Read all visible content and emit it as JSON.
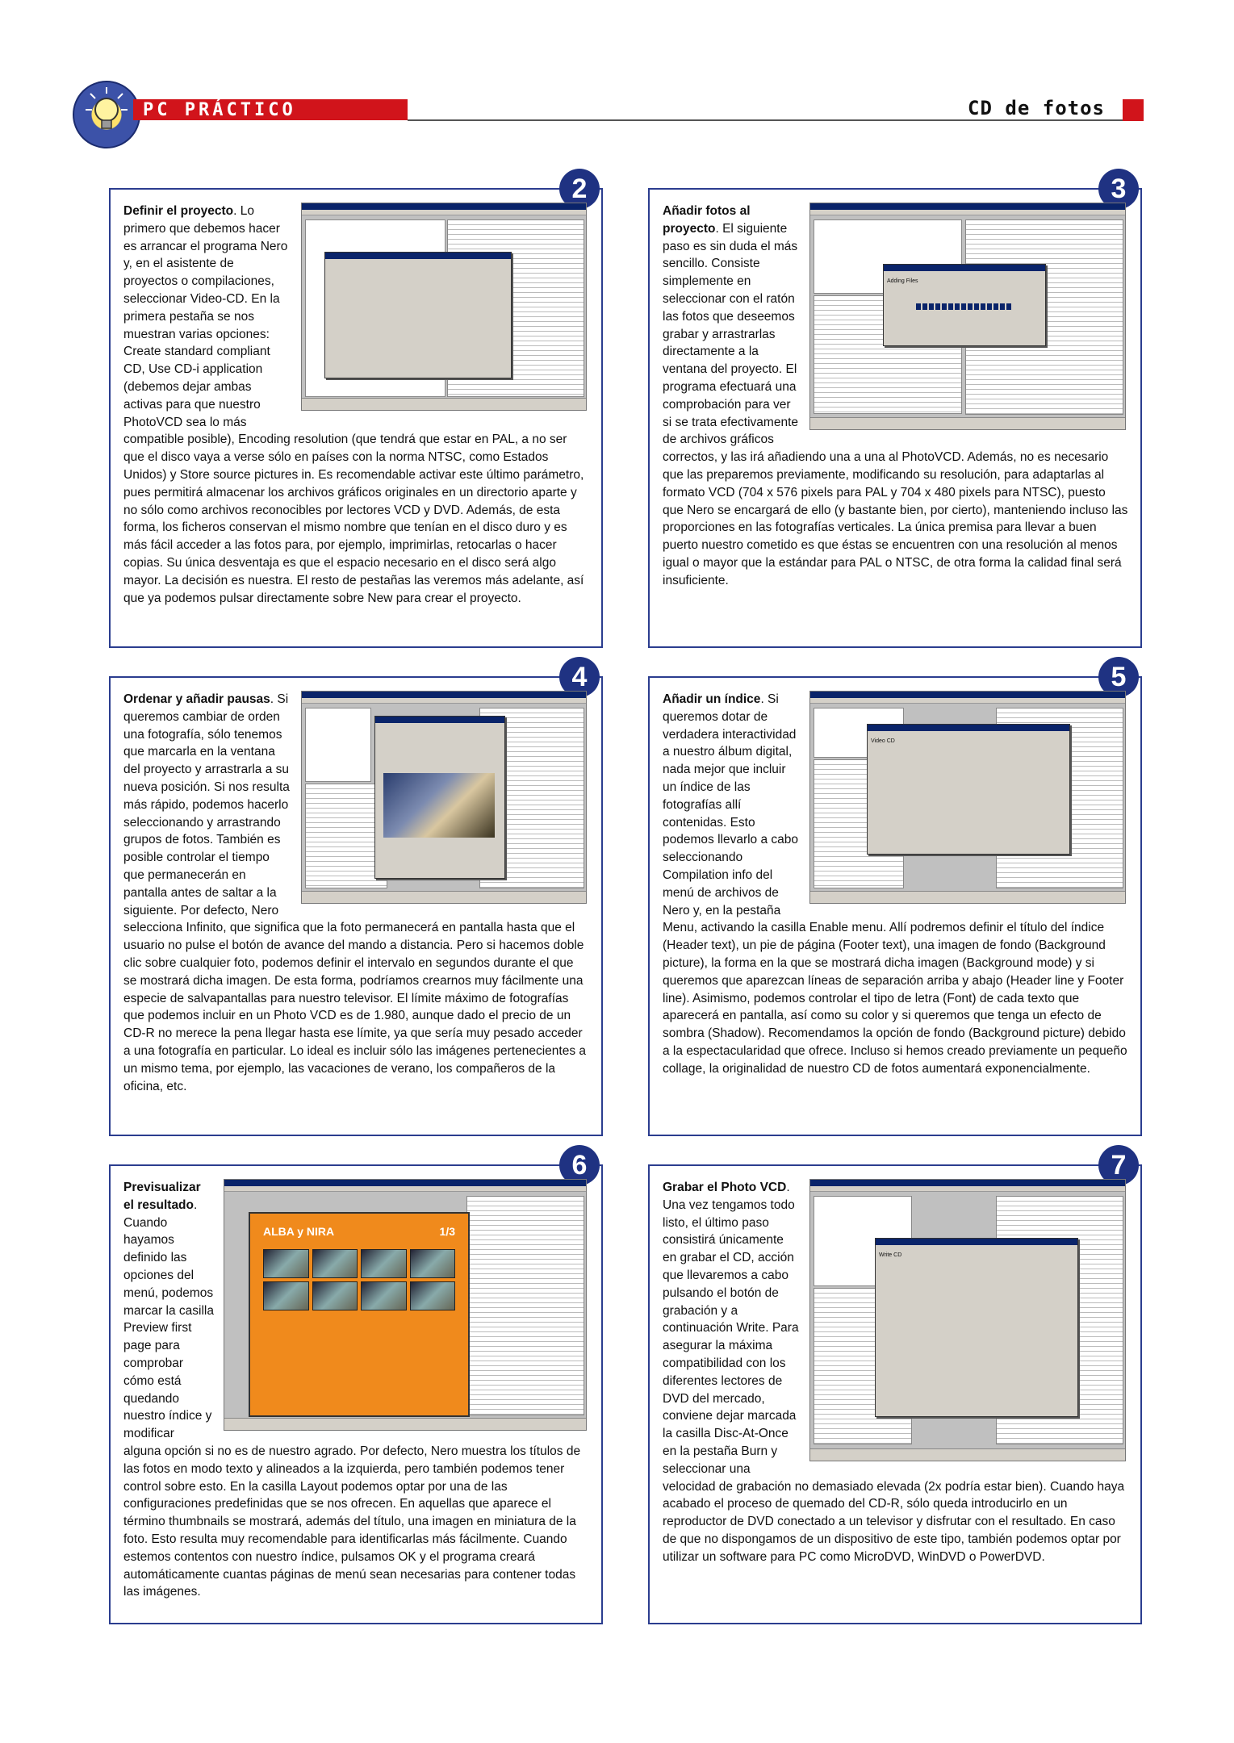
{
  "header": {
    "section_label": "PC PRÁCTICO",
    "title": "CD de fotos"
  },
  "panels": [
    {
      "number": "2",
      "lead": "Definir el proyecto",
      "text": ". Lo primero que debemos hacer es arrancar el programa Nero y, en el asistente de proyectos o compilaciones, seleccionar Video-CD. En la primera pestaña se nos muestran varias opciones: Create standard compliant CD, Use CD-i application (debemos dejar ambas activas para que nuestro PhotoVCD sea lo más compatible posible), Encoding resolution (que tendrá que estar en PAL, a no ser que el disco vaya a verse sólo en países con la norma NTSC, como Estados Unidos) y Store source pictures in. Es recomendable activar este último parámetro, pues permitirá almacenar los archivos gráficos originales en un directorio aparte y no sólo como archivos reconocibles por lectores VCD y DVD. Además, de esta forma, los ficheros conservan el mismo nombre que tenían en el disco duro y es más fácil acceder a las fotos para, por ejemplo, imprimirlas, retocarlas o hacer copias. Su única desventaja es que el espacio necesario en el disco será algo mayor. La decisión es nuestra. El resto de pestañas las veremos más adelante, así que ya podemos pulsar directamente sobre New para crear el proyecto."
    },
    {
      "number": "3",
      "lead": "Añadir fotos al proyecto",
      "text": ". El siguiente paso es sin duda el más sencillo. Consiste simplemente en seleccionar con el ratón las fotos que deseemos grabar y arrastrarlas directamente a la ventana del proyecto. El programa efectuará una comprobación para ver si se trata efectivamente de archivos gráficos correctos, y las irá añadiendo una a una al PhotoVCD. Además, no es necesario que las preparemos previamente, modificando su resolución, para adaptarlas al formato VCD (704 x 576 pixels para PAL y 704 x 480 pixels para NTSC), puesto que Nero se encargará de ello (y bastante bien, por cierto), manteniendo incluso las proporciones en las fotografías verticales. La única premisa para llevar a buen puerto nuestro cometido es que éstas se encuentren con una resolución al menos igual o mayor que la estándar para PAL o NTSC, de otra forma la calidad final será insuficiente."
    },
    {
      "number": "4",
      "lead": "Ordenar y añadir pausas",
      "text": ". Si queremos cambiar de orden una fotografía, sólo tenemos que marcarla en la ventana del proyecto y arrastrarla a su nueva posición. Si nos resulta más rápido, podemos hacerlo seleccionando y arrastrando grupos de fotos. También es posible controlar el tiempo que permanecerán en pantalla antes de saltar a la siguiente. Por defecto, Nero selecciona Infinito, que significa que la foto permanecerá en pantalla hasta que el usuario no pulse el botón de avance del mando a distancia. Pero si hacemos doble clic sobre cualquier foto, podemos definir el intervalo en segundos durante el que se mostrará dicha imagen. De esta forma, podríamos crearnos muy fácilmente una especie de salvapantallas para nuestro televisor. El límite máximo de fotografías que podemos incluir en un Photo VCD es de 1.980, aunque dado el precio de un CD-R no merece la pena llegar hasta ese límite, ya que sería muy pesado acceder a una fotografía en particular. Lo ideal es incluir sólo las imágenes pertenecientes a un mismo tema, por ejemplo, las vacaciones de verano, los compañeros de la oficina, etc."
    },
    {
      "number": "5",
      "lead": "Añadir un índice",
      "text": ". Si queremos dotar de verdadera interactividad a nuestro álbum digital, nada mejor que incluir un índice de las fotografías allí contenidas. Esto podemos llevarlo a cabo seleccionando Compilation info del menú de archivos de Nero y, en la pestaña Menu, activando la casilla Enable menu. Allí podremos definir el título del índice (Header text), un pie de página (Footer text), una imagen de fondo (Background picture), la forma en la que se mostrará dicha imagen (Background mode) y si queremos que aparezcan líneas de separación arriba y abajo (Header line y Footer line). Asimismo, podemos controlar el tipo de letra (Font) de cada texto que aparecerá en pantalla, así como su color y si queremos que tenga un efecto de sombra (Shadow). Recomendamos la opción de fondo (Background picture) debido a la espectacularidad que ofrece. Incluso si hemos creado previamente un pequeño collage, la originalidad de nuestro CD de fotos aumentará exponencialmente."
    },
    {
      "number": "6",
      "lead": "Previsualizar el resultado",
      "text": ". Cuando hayamos definido las opciones del menú, podemos marcar la casilla Preview first page para comprobar cómo está quedando nuestro índice y modificar alguna opción si no es de nuestro agrado. Por defecto, Nero muestra los títulos de las fotos en modo texto y alineados a la izquierda, pero también podemos tener control sobre esto. En la casilla Layout podemos optar por una de las configuraciones predefinidas que se nos ofrecen. En aquellas que aparece el término thumbnails se mostrará, además del título, una imagen en miniatura de la foto. Esto resulta muy recomendable para identificarlas más fácilmente. Cuando estemos contentos con nuestro índice, pulsamos OK y el programa creará automáticamente cuantas páginas de menú sean necesarias para contener todas las imágenes."
    },
    {
      "number": "7",
      "lead": "Grabar el Photo VCD",
      "text": ". Una vez tengamos todo listo, el último paso consistirá únicamente en grabar el CD, acción que llevaremos a cabo pulsando el botón de grabación y a continuación Write. Para asegurar la máxima compatibilidad con los diferentes lectores de DVD del mercado, conviene dejar marcada la casilla Disc-At-Once en la pestaña Burn y seleccionar una velocidad de grabación no demasiado elevada (2x podría estar bien). Cuando haya acabado el proceso de quemado del CD-R, sólo queda introducirlo en un reproductor de DVD conectado a un televisor y disfrutar con el resultado. En caso de que no dispongamos de un dispositivo de este tipo, también podemos optar por utilizar un software para PC como MicroDVD, WinDVD o PowerDVD."
    }
  ],
  "screenshots": {
    "p6_menu_title": "ALBA y NIRA",
    "p6_menu_page": "1/3",
    "p5_dialog_title": "Video CD",
    "p7_dialog_title": "Write CD",
    "p3_dialog_title": "Adding Files"
  },
  "colors": {
    "accent_red": "#d1141b",
    "panel_blue": "#2b3d8f",
    "badge_blue": "#1f3282"
  }
}
